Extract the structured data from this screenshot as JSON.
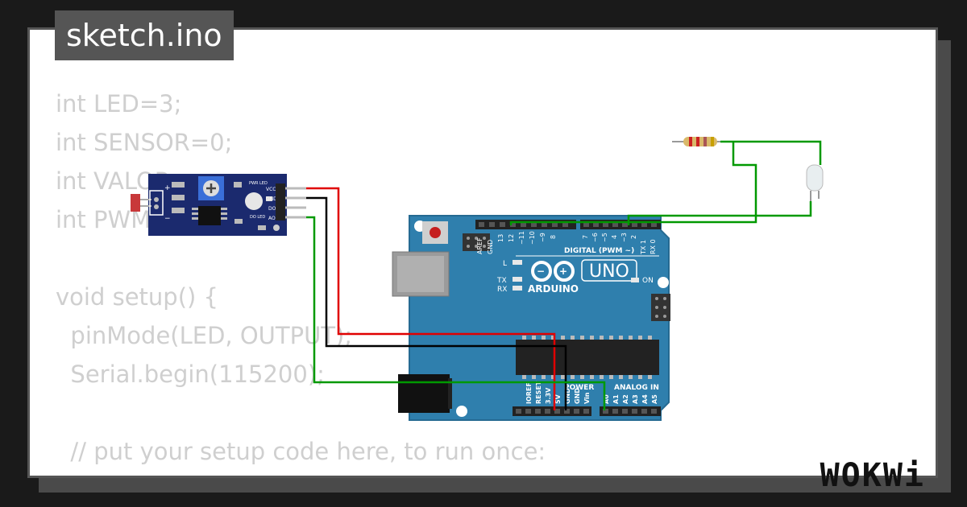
{
  "header": {
    "filename": "sketch.ino"
  },
  "code_lines": [
    "int LED=3;",
    "int SENSOR=0;",
    "int VALOR",
    "int PWM",
    "",
    "void setup() {",
    "  pinMode(LED, OUTPUT);",
    "  Serial.begin(115200);",
    "",
    "  // put your setup code here, to run once:"
  ],
  "sensor_module": {
    "pins": [
      "VCC",
      "GND",
      "DO",
      "AO"
    ],
    "pwr_led_label": "PWR LED",
    "do_led_label": "DO LED",
    "plus_label": "+",
    "minus_label": "−"
  },
  "arduino": {
    "brand": "ARDUINO",
    "model": "UNO",
    "digital_label": "DIGITAL (PWM ~)",
    "power_label": "POWER",
    "analog_label": "ANALOG IN",
    "on_label": "ON",
    "l_label": "L",
    "tx_label": "TX",
    "rx_label": "RX",
    "digital_pins": [
      "AREF",
      "GND",
      "13",
      "12",
      "~11",
      "~10",
      "~9",
      "8",
      "7",
      "~6",
      "~5",
      "4",
      "~3",
      "2",
      "TX 1",
      "RX 0"
    ],
    "power_pins": [
      "IOREF",
      "RESET",
      "3.3V",
      "5V",
      "GND",
      "GND",
      "Vin"
    ],
    "analog_pins": [
      "A0",
      "A1",
      "A2",
      "A3",
      "A4",
      "A5"
    ]
  },
  "colors": {
    "board": "#2f7fad",
    "wire_red": "#e00000",
    "wire_black": "#000000",
    "wire_green": "#009900",
    "sensor_board": "#1b2a6e"
  },
  "logo": {
    "text": "WOKWi"
  }
}
